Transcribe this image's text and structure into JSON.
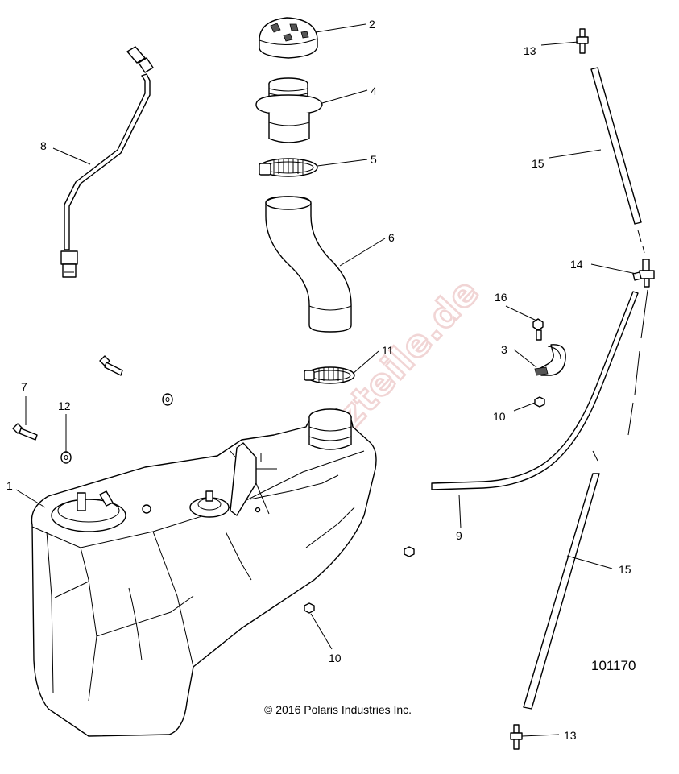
{
  "callouts": [
    {
      "id": "c1",
      "label": "1"
    },
    {
      "id": "c2",
      "label": "2"
    },
    {
      "id": "c3",
      "label": "3"
    },
    {
      "id": "c4",
      "label": "4"
    },
    {
      "id": "c5",
      "label": "5"
    },
    {
      "id": "c6",
      "label": "6"
    },
    {
      "id": "c7",
      "label": "7"
    },
    {
      "id": "c8",
      "label": "8"
    },
    {
      "id": "c9",
      "label": "9"
    },
    {
      "id": "c10a",
      "label": "10"
    },
    {
      "id": "c10b",
      "label": "10"
    },
    {
      "id": "c11",
      "label": "11"
    },
    {
      "id": "c12",
      "label": "12"
    },
    {
      "id": "c13a",
      "label": "13"
    },
    {
      "id": "c13b",
      "label": "13"
    },
    {
      "id": "c14",
      "label": "14"
    },
    {
      "id": "c15a",
      "label": "15"
    },
    {
      "id": "c15b",
      "label": "15"
    },
    {
      "id": "c16",
      "label": "16"
    }
  ],
  "figure_number": "101170",
  "copyright": "© 2016 Polaris Industries Inc.",
  "watermark": "www.polarisersatzteile.de"
}
